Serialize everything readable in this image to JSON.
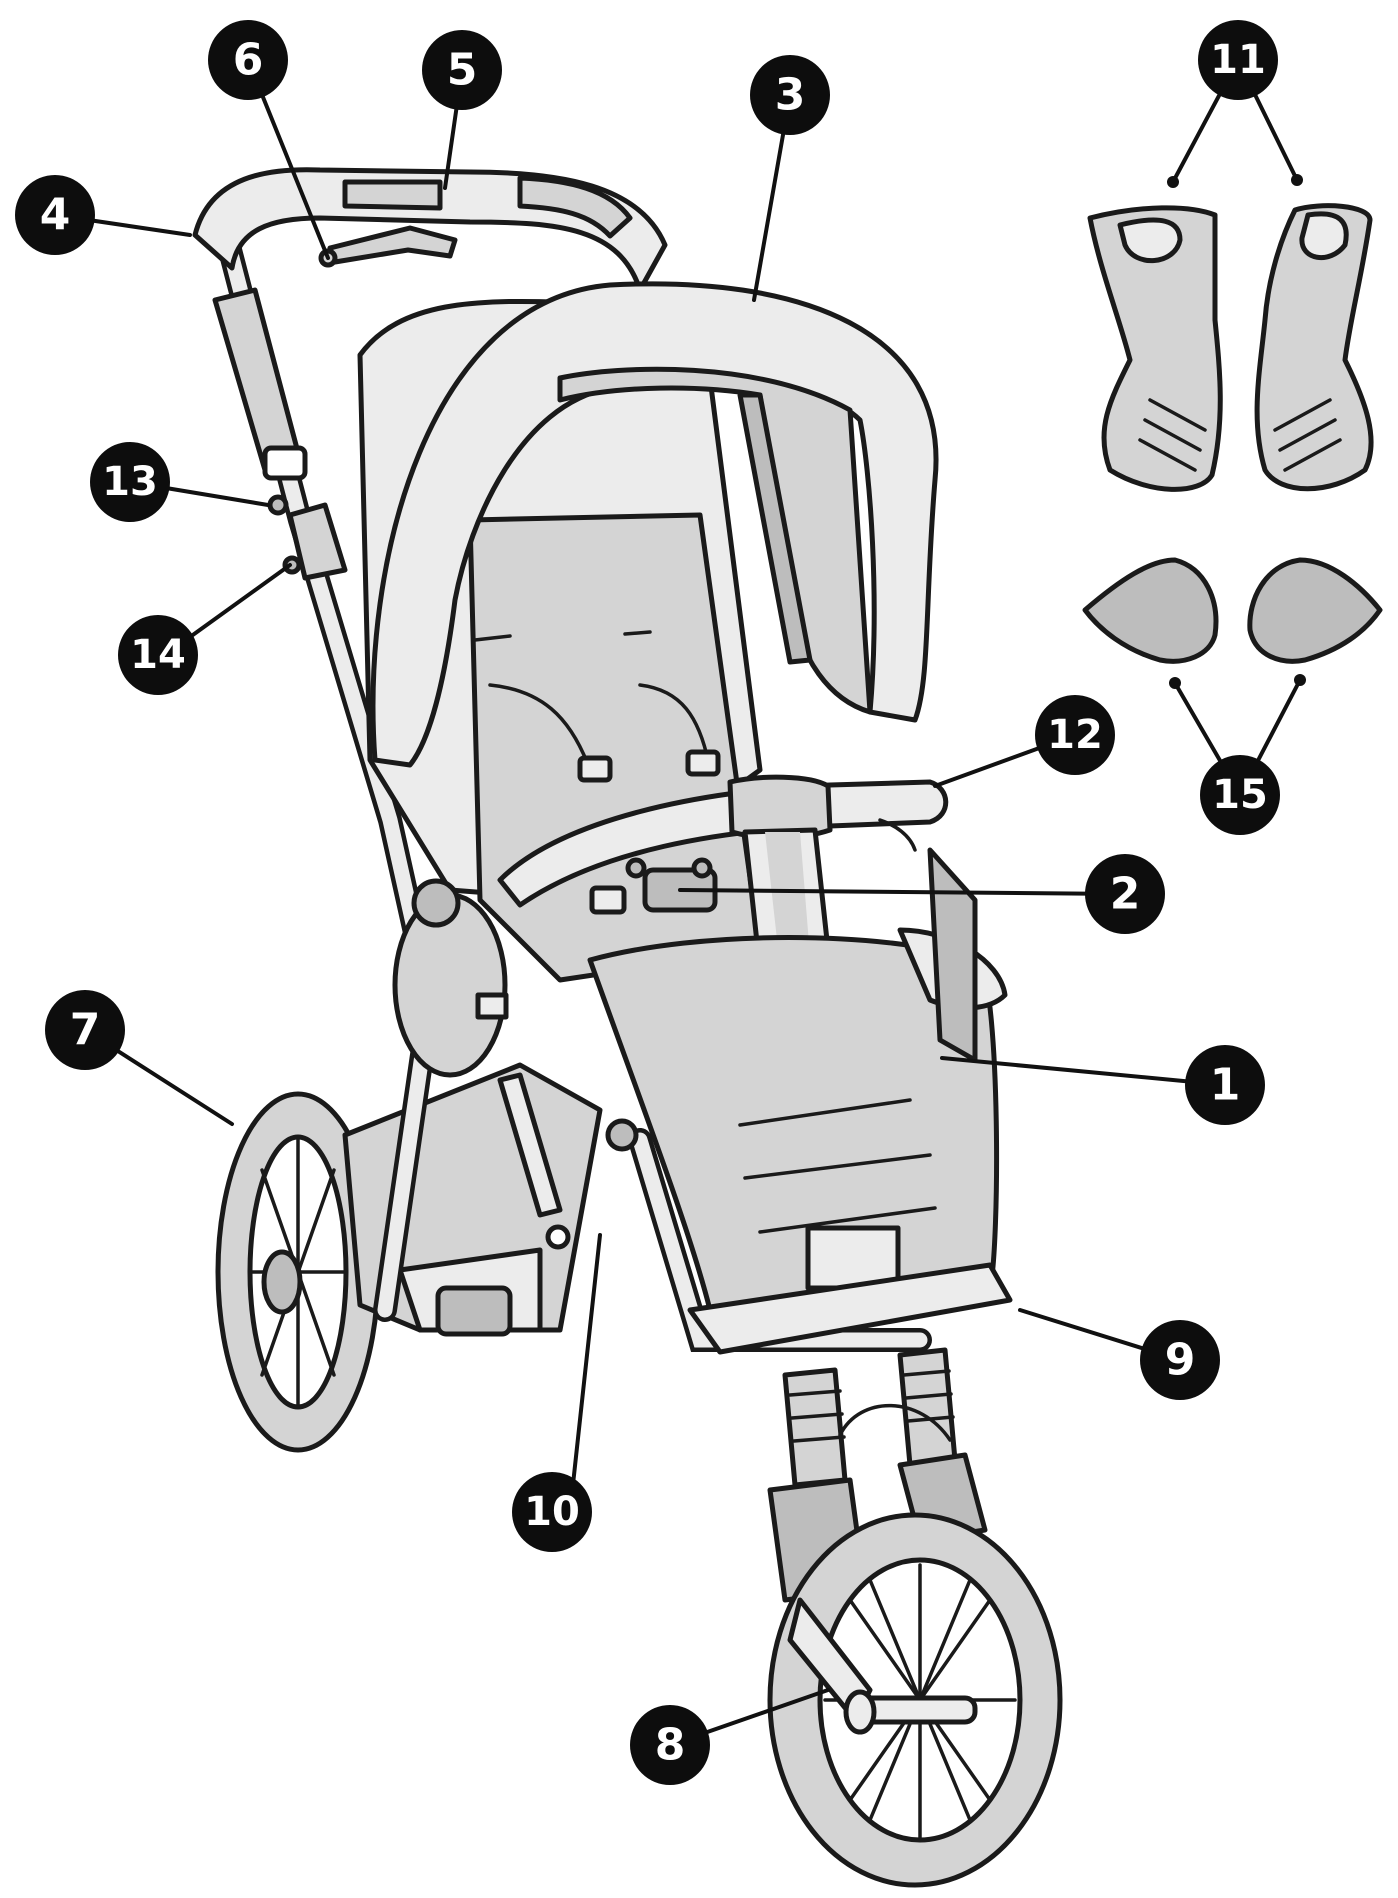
{
  "colors": {
    "light_fill": "#ececec",
    "mid_fill": "#d4d4d4",
    "dark_fill": "#bdbdbd",
    "outline": "#1a1a1a",
    "badge": "#0d0d0d",
    "badge_text": "#ffffff"
  },
  "callouts": [
    {
      "id": "1",
      "label": "1"
    },
    {
      "id": "2",
      "label": "2"
    },
    {
      "id": "3",
      "label": "3"
    },
    {
      "id": "4",
      "label": "4"
    },
    {
      "id": "5",
      "label": "5"
    },
    {
      "id": "6",
      "label": "6"
    },
    {
      "id": "7",
      "label": "7"
    },
    {
      "id": "8",
      "label": "8"
    },
    {
      "id": "9",
      "label": "9"
    },
    {
      "id": "10",
      "label": "10"
    },
    {
      "id": "11",
      "label": "11"
    },
    {
      "id": "12",
      "label": "12"
    },
    {
      "id": "13",
      "label": "13"
    },
    {
      "id": "14",
      "label": "14"
    },
    {
      "id": "15",
      "label": "15"
    }
  ]
}
